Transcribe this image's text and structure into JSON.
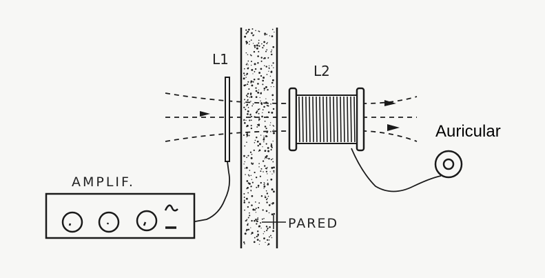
{
  "labels": {
    "l1": "L1",
    "l2": "L2",
    "amplifier": "AMPLIF.",
    "wall": "PARED",
    "earphone": "Auricular"
  },
  "colors": {
    "ink": "#1a1a1a",
    "background": "#f7f7f5"
  }
}
